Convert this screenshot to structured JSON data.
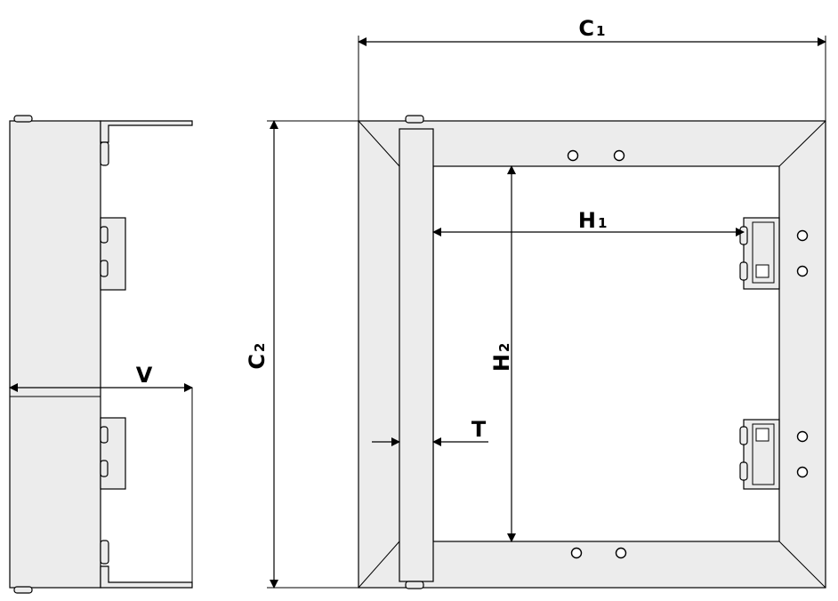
{
  "labels": {
    "c1": "C",
    "c1_sub": "1",
    "c2": "C",
    "c2_sub": "2",
    "h1": "H",
    "h1_sub": "1",
    "h2": "H",
    "h2_sub": "2",
    "t": "T",
    "v": "V"
  }
}
